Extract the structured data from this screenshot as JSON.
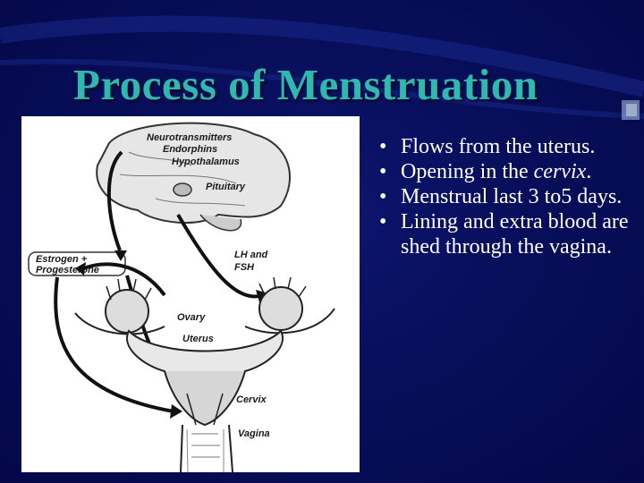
{
  "slide": {
    "title": "Process of Menstruation"
  },
  "diagram": {
    "labels": {
      "neurotransmitters": "Neurotransmitters",
      "endorphins": "Endorphins",
      "hypothalamus": "Hypothalamus",
      "pituitary": "Pituitary",
      "estrogen_progesterone_1": "Estrogen +",
      "estrogen_progesterone_2": "Progesterone",
      "lh_fsh_1": "LH and",
      "lh_fsh_2": "FSH",
      "ovary": "Ovary",
      "uterus": "Uterus",
      "cervix": "Cervix",
      "vagina": "Vagina"
    }
  },
  "bullets": {
    "items": [
      {
        "bullet": "•",
        "text": "Flows from the uterus."
      },
      {
        "bullet": "•",
        "text_before": "Opening in the ",
        "text_em": "cervix",
        "text_after": "."
      },
      {
        "bullet": "•",
        "text": "Menstrual last 3 to5 days."
      },
      {
        "bullet": "•",
        "text": "Lining and extra blood are shed through the vagina."
      }
    ]
  }
}
